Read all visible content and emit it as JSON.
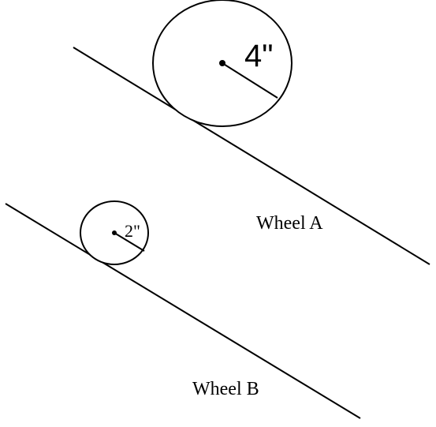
{
  "wheel_a": {
    "name": "Wheel A",
    "radius_label": "4\""
  },
  "wheel_b": {
    "name": "Wheel B",
    "radius_label": "2\""
  },
  "colors": {
    "ink": "#000000",
    "background": "#ffffff"
  }
}
